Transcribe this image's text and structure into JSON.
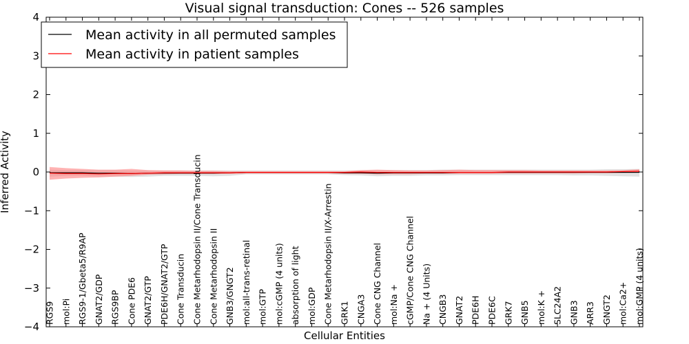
{
  "chart_data": {
    "type": "line",
    "title": "Visual signal transduction: Cones -- 526 samples",
    "xlabel": "Cellular Entities",
    "ylabel": "Inferred Activity",
    "ylim": [
      -4,
      4
    ],
    "yticks": [
      -4,
      -3,
      -2,
      -1,
      0,
      1,
      2,
      3,
      4
    ],
    "grid": false,
    "legend": "top-left",
    "categories": [
      "RGS9",
      "mol:Pi",
      "RGS9-1/Gbeta5/R9AP",
      "GNAT2/GDP",
      "RGS9BP",
      "Cone PDE6",
      "GNAT2/GTP",
      "PDE6H/GNAT2/GTP",
      "Cone Transducin",
      "Cone Metarhodopsin II/Cone Transducin",
      "Cone Metarhodopsin II",
      "GNB3/GNGT2",
      "mol:all-trans-retinal",
      "mol:GTP",
      "mol:cGMP (4 units)",
      "absorption of light",
      "mol:GDP",
      "Cone Metarhodopsin II/X-Arrestin",
      "GRK1",
      "CNGA3",
      "Cone CNG Channel",
      "mol:Na +",
      "cGMP/Cone CNG Channel",
      "Na + (4 Units)",
      "CNGB3",
      "GNAT2",
      "PDE6H",
      "PDE6C",
      "GRK7",
      "GNB5",
      "mol:K +",
      "SLC24A2",
      "GNB3",
      "ARR3",
      "GNGT2",
      "mol:Ca2+",
      "mol:GMP (4 units)"
    ],
    "series": [
      {
        "name": "Mean activity in all permuted samples",
        "color": "#000000",
        "values": [
          -0.02,
          -0.02,
          -0.02,
          -0.03,
          -0.03,
          -0.04,
          -0.03,
          -0.03,
          -0.03,
          -0.03,
          -0.03,
          -0.02,
          -0.01,
          -0.01,
          -0.01,
          -0.01,
          -0.01,
          -0.01,
          -0.02,
          -0.02,
          -0.03,
          -0.02,
          -0.02,
          -0.02,
          -0.02,
          -0.01,
          -0.01,
          -0.01,
          -0.01,
          -0.01,
          -0.01,
          -0.01,
          -0.01,
          -0.01,
          -0.01,
          -0.01,
          -0.01
        ],
        "lower": [
          -0.12,
          -0.1,
          -0.1,
          -0.12,
          -0.12,
          -0.13,
          -0.12,
          -0.1,
          -0.1,
          -0.1,
          -0.11,
          -0.1,
          -0.06,
          -0.06,
          -0.06,
          -0.06,
          -0.06,
          -0.06,
          -0.08,
          -0.09,
          -0.11,
          -0.1,
          -0.1,
          -0.09,
          -0.09,
          -0.08,
          -0.08,
          -0.08,
          -0.08,
          -0.08,
          -0.08,
          -0.08,
          -0.09,
          -0.09,
          -0.1,
          -0.11,
          -0.12
        ],
        "upper": [
          0.06,
          0.05,
          0.05,
          0.05,
          0.05,
          0.04,
          0.04,
          0.04,
          0.04,
          0.04,
          0.04,
          0.04,
          0.04,
          0.04,
          0.04,
          0.04,
          0.04,
          0.04,
          0.04,
          0.04,
          0.05,
          0.05,
          0.05,
          0.05,
          0.06,
          0.06,
          0.06,
          0.06,
          0.06,
          0.06,
          0.06,
          0.06,
          0.06,
          0.06,
          0.07,
          0.07,
          0.08
        ]
      },
      {
        "name": "Mean activity in patient samples",
        "color": "#ff0000",
        "values": [
          -0.03,
          -0.04,
          -0.04,
          -0.05,
          -0.04,
          -0.04,
          -0.03,
          -0.02,
          -0.02,
          -0.02,
          -0.02,
          -0.02,
          -0.01,
          -0.01,
          -0.01,
          -0.01,
          -0.01,
          -0.01,
          -0.01,
          0.0,
          -0.01,
          -0.01,
          -0.01,
          -0.01,
          -0.01,
          -0.01,
          -0.01,
          -0.01,
          0.0,
          0.0,
          0.0,
          0.0,
          0.0,
          0.0,
          0.0,
          0.01,
          0.02
        ],
        "lower": [
          -0.2,
          -0.17,
          -0.15,
          -0.14,
          -0.12,
          -0.1,
          -0.07,
          -0.06,
          -0.05,
          -0.05,
          -0.05,
          -0.05,
          -0.04,
          -0.04,
          -0.04,
          -0.04,
          -0.04,
          -0.04,
          -0.05,
          -0.05,
          -0.06,
          -0.06,
          -0.06,
          -0.05,
          -0.05,
          -0.05,
          -0.05,
          -0.05,
          -0.04,
          -0.04,
          -0.04,
          -0.04,
          -0.04,
          -0.03,
          -0.03,
          -0.02,
          -0.02
        ],
        "upper": [
          0.13,
          0.1,
          0.08,
          0.06,
          0.06,
          0.08,
          0.05,
          0.04,
          0.04,
          0.03,
          0.03,
          0.02,
          0.02,
          0.02,
          0.02,
          0.02,
          0.02,
          0.02,
          0.02,
          0.05,
          0.06,
          0.05,
          0.04,
          0.04,
          0.05,
          0.06,
          0.05,
          0.05,
          0.05,
          0.05,
          0.04,
          0.04,
          0.04,
          0.04,
          0.04,
          0.05,
          0.07
        ]
      }
    ],
    "band_colors": [
      "#c8c8c8",
      "#ff8080"
    ]
  }
}
